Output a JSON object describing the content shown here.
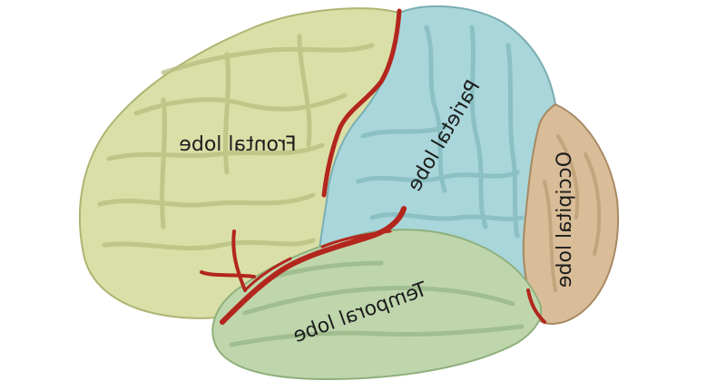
{
  "labels": {
    "frontal": "Frontal lobe",
    "parietal": "Parietal lobe",
    "temporal": "Temporal lobe",
    "occipital": "Occipital lobe"
  },
  "colors": {
    "background": "#ffffff",
    "frontal": "#d9dfa6",
    "frontal_shadow": "#b7be7e",
    "parietal": "#a9d6da",
    "parietal_shadow": "#7fb7bd",
    "temporal": "#bfd6ac",
    "temporal_shadow": "#94b583",
    "occipital": "#d8bd98",
    "occipital_shadow": "#b99a72",
    "vessel": "#b3261e"
  }
}
